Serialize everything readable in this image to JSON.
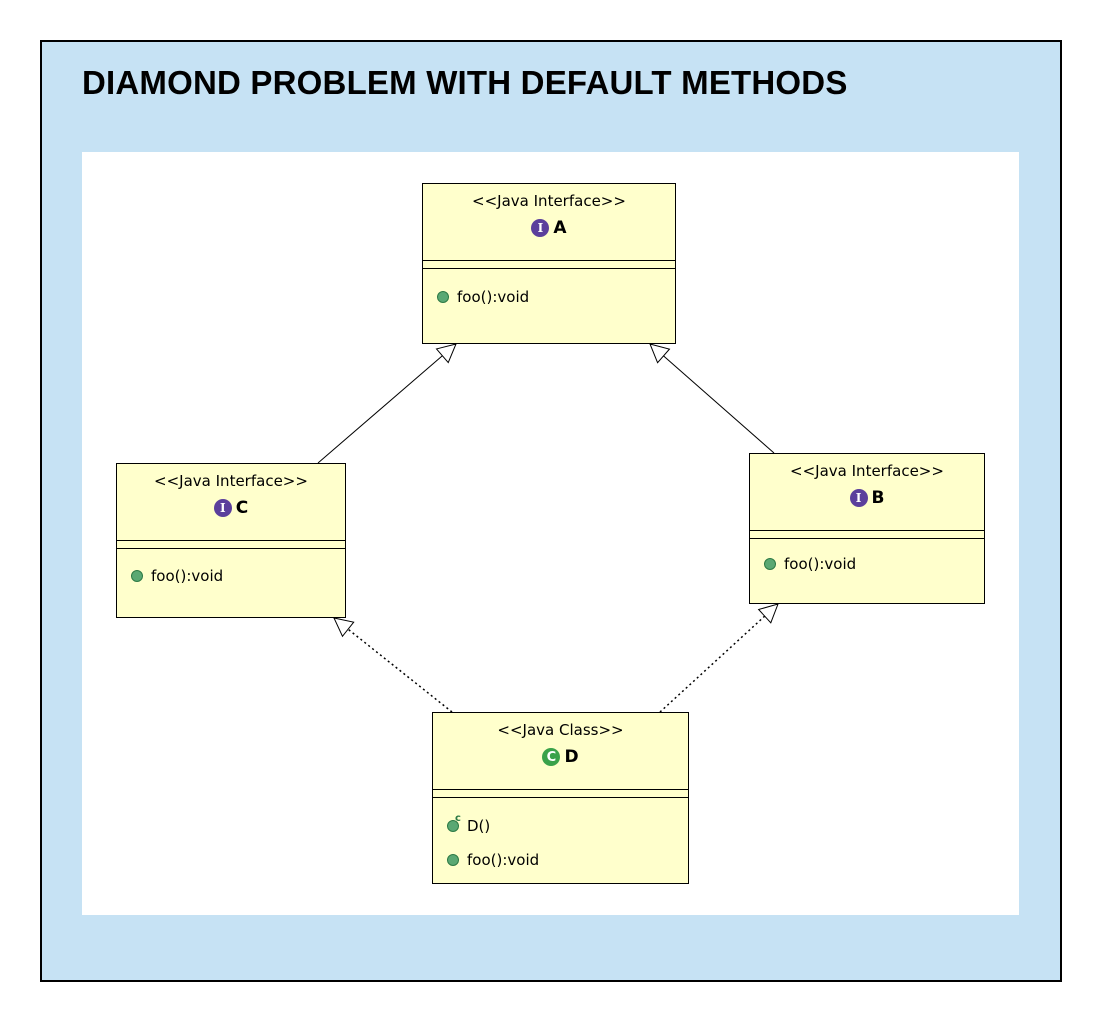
{
  "title": "DIAMOND PROBLEM WITH DEFAULT METHODS",
  "colors": {
    "frame_bg": "#c6e2f4",
    "box_bg": "#ffffcc",
    "interface_badge": "#5b3f9c",
    "class_badge": "#3aa24a"
  },
  "nodes": {
    "A": {
      "stereotype": "<<Java Interface>>",
      "name": "A",
      "badge": "I",
      "methods": [
        "foo():void"
      ]
    },
    "B": {
      "stereotype": "<<Java Interface>>",
      "name": "B",
      "badge": "I",
      "methods": [
        "foo():void"
      ]
    },
    "C": {
      "stereotype": "<<Java Interface>>",
      "name": "C",
      "badge": "I",
      "methods": [
        "foo():void"
      ]
    },
    "D": {
      "stereotype": "<<Java Class>>",
      "name": "D",
      "badge": "C",
      "ctor_badge": "c",
      "methods": [
        "D()",
        "foo():void"
      ]
    }
  },
  "edges": [
    {
      "from": "C",
      "to": "A",
      "kind": "generalization"
    },
    {
      "from": "B",
      "to": "A",
      "kind": "generalization"
    },
    {
      "from": "D",
      "to": "C",
      "kind": "realization"
    },
    {
      "from": "D",
      "to": "B",
      "kind": "realization"
    }
  ]
}
